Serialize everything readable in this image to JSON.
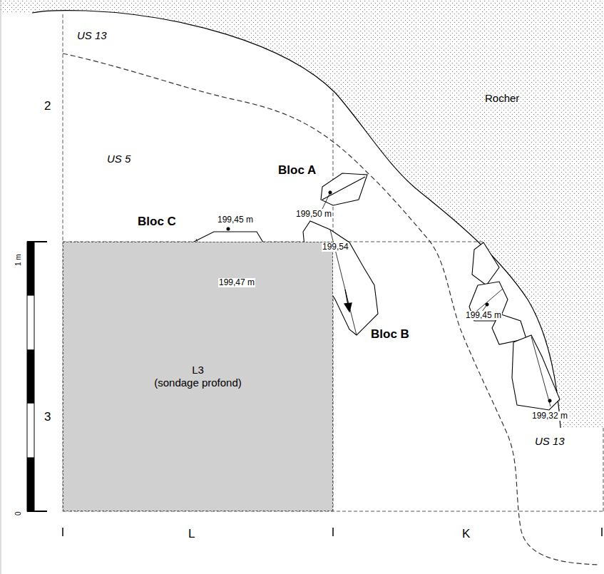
{
  "diagram": {
    "nodes": [
      {
        "text": [
          "L3",
          "(sondage profond)"
        ]
      }
    ],
    "labels": [
      "US 13",
      "2",
      "Rocher",
      "US 5",
      "Bloc A",
      "199,50 m",
      "199,45 m",
      "Bloc C",
      "199,54",
      "199,47 m",
      "Bloc B",
      "199,45 m",
      "3",
      "199,32 m",
      "US 13",
      "1 m",
      "0",
      "L",
      "K"
    ]
  }
}
